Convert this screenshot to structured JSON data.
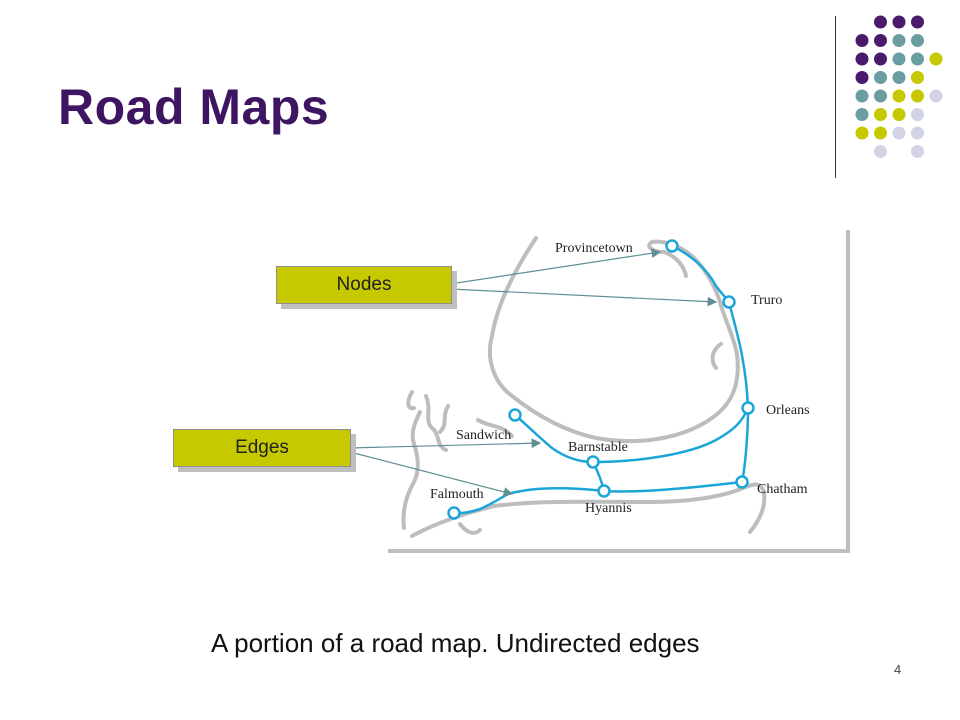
{
  "slide": {
    "title": "Road Maps",
    "caption": "A portion of a road map. Undirected edges",
    "page_number": "4"
  },
  "callouts": {
    "nodes_label": "Nodes",
    "edges_label": "Edges"
  },
  "map": {
    "towns": [
      "Provincetown",
      "Truro",
      "Orleans",
      "Sandwich",
      "Barnstable",
      "Chatham",
      "Falmouth",
      "Hyannis"
    ]
  },
  "colors": {
    "title": "#3d1561",
    "accent_yellow": "#c6c800",
    "road": "#1ba6d8",
    "coast": "#bdbdbd",
    "deco_purple": "#4a1a6b",
    "deco_teal": "#6a9ea0",
    "deco_yellow": "#c6c800",
    "deco_lavender": "#d3d3e6"
  }
}
